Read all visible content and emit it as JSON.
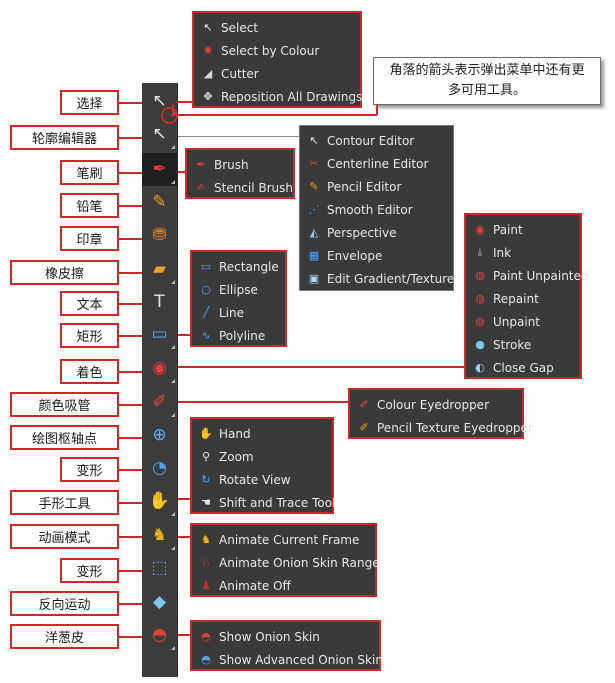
{
  "callout": {
    "text": "角落的箭头表示弹出菜单中还有更多可用工具。"
  },
  "tools": [
    {
      "key": "select",
      "label": "选择",
      "icon": "↖",
      "color": "#e8e8e8",
      "icon_name": "select-arrow-icon"
    },
    {
      "key": "contour",
      "label": "轮廓编辑器",
      "icon": "↖",
      "color": "#e8e8e8",
      "icon_name": "contour-arrow-icon"
    },
    {
      "key": "brush",
      "label": "笔刷",
      "icon": "✒",
      "color": "#e0413a",
      "icon_name": "brush-icon"
    },
    {
      "key": "pencil",
      "label": "铅笔",
      "icon": "✎",
      "color": "#f0a030",
      "icon_name": "pencil-icon"
    },
    {
      "key": "stamp",
      "label": "印章",
      "icon": "⛃",
      "color": "#e07a20",
      "icon_name": "stamp-icon"
    },
    {
      "key": "eraser",
      "label": "橡皮擦",
      "icon": "▰",
      "color": "#f0a030",
      "icon_name": "eraser-icon"
    },
    {
      "key": "text",
      "label": "文本",
      "icon": "T",
      "color": "#e8e8e8",
      "icon_name": "text-icon"
    },
    {
      "key": "rect",
      "label": "矩形",
      "icon": "▭",
      "color": "#4aa8ff",
      "icon_name": "rectangle-icon"
    },
    {
      "key": "paint",
      "label": "着色",
      "icon": "◉",
      "color": "#e63b3b",
      "icon_name": "paint-bucket-icon"
    },
    {
      "key": "dropper",
      "label": "颜色吸管",
      "icon": "✐",
      "color": "#e84d3a",
      "icon_name": "eyedropper-icon"
    },
    {
      "key": "pivot",
      "label": "绘图枢轴点",
      "icon": "⊕",
      "color": "#5ab0ff",
      "icon_name": "pivot-icon"
    },
    {
      "key": "transform",
      "label": "变形",
      "icon": "◔",
      "color": "#4aa8ff",
      "icon_name": "transform-icon"
    },
    {
      "key": "hand",
      "label": "手形工具",
      "icon": "✋",
      "color": "#e8e8e8",
      "icon_name": "hand-icon"
    },
    {
      "key": "animate",
      "label": "动画模式",
      "icon": "♞",
      "color": "#f0b020",
      "icon_name": "animate-mode-icon"
    },
    {
      "key": "envelope",
      "label": "变形",
      "icon": "⬚",
      "color": "#4aa8ff",
      "icon_name": "envelope-icon"
    },
    {
      "key": "ik",
      "label": "反向运动",
      "icon": "◆",
      "color": "#7ac8f0",
      "icon_name": "ik-icon"
    },
    {
      "key": "onion",
      "label": "洋葱皮",
      "icon": "◓",
      "color": "#e0413a",
      "icon_name": "onion-skin-icon"
    }
  ],
  "menus": {
    "select": [
      {
        "label": "Select",
        "icon": "↖",
        "color": "#e8e8e8",
        "icon_name": "select-icon"
      },
      {
        "label": "Select by Colour",
        "icon": "✸",
        "color": "#e83a3a",
        "icon_name": "select-by-colour-icon"
      },
      {
        "label": "Cutter",
        "icon": "◢",
        "color": "#d8d8d8",
        "icon_name": "cutter-icon"
      },
      {
        "label": "Reposition All Drawings",
        "icon": "✥",
        "color": "#e8e8e8",
        "icon_name": "reposition-icon"
      }
    ],
    "contour": [
      {
        "label": "Contour Editor",
        "icon": "↖",
        "color": "#e8e8e8",
        "icon_name": "contour-editor-icon"
      },
      {
        "label": "Centerline Editor",
        "icon": "✂",
        "color": "#e0413a",
        "icon_name": "centerline-editor-icon"
      },
      {
        "label": "Pencil Editor",
        "icon": "✎",
        "color": "#f0a030",
        "icon_name": "pencil-editor-icon"
      },
      {
        "label": "Smooth Editor",
        "icon": "⋰",
        "color": "#4aa8ff",
        "icon_name": "smooth-editor-icon"
      },
      {
        "label": "Perspective",
        "icon": "◭",
        "color": "#8fc8ff",
        "icon_name": "perspective-icon"
      },
      {
        "label": "Envelope",
        "icon": "▦",
        "color": "#4aa8ff",
        "icon_name": "envelope-menu-icon"
      },
      {
        "label": "Edit Gradient/Texture",
        "icon": "▣",
        "color": "#b0d8ff",
        "icon_name": "edit-gradient-icon"
      }
    ],
    "brush": [
      {
        "label": "Brush",
        "icon": "✒",
        "color": "#e0413a",
        "icon_name": "brush-menu-icon"
      },
      {
        "label": "Stencil Brush",
        "icon": "✍",
        "color": "#e0413a",
        "icon_name": "stencil-brush-icon"
      }
    ],
    "shape": [
      {
        "label": "Rectangle",
        "icon": "▭",
        "color": "#4aa8ff",
        "icon_name": "rectangle-menu-icon"
      },
      {
        "label": "Ellipse",
        "icon": "○",
        "color": "#4aa8ff",
        "icon_name": "ellipse-icon"
      },
      {
        "label": "Line",
        "icon": "╱",
        "color": "#4aa8ff",
        "icon_name": "line-icon"
      },
      {
        "label": "Polyline",
        "icon": "∿",
        "color": "#4aa8ff",
        "icon_name": "polyline-icon"
      }
    ],
    "paint": [
      {
        "label": "Paint",
        "icon": "◉",
        "color": "#e63b3b",
        "icon_name": "paint-icon"
      },
      {
        "label": "Ink",
        "icon": "⫰",
        "color": "#d8d8d8",
        "icon_name": "ink-icon"
      },
      {
        "label": "Paint Unpainted",
        "icon": "◍",
        "color": "#e63b3b",
        "icon_name": "paint-unpainted-icon"
      },
      {
        "label": "Repaint",
        "icon": "◍",
        "color": "#e63b3b",
        "icon_name": "repaint-icon"
      },
      {
        "label": "Unpaint",
        "icon": "◍",
        "color": "#e63b3b",
        "icon_name": "unpaint-icon"
      },
      {
        "label": "Stroke",
        "icon": "●",
        "color": "#7ac8f0",
        "icon_name": "stroke-icon"
      },
      {
        "label": "Close Gap",
        "icon": "◐",
        "color": "#9ad0f0",
        "icon_name": "close-gap-icon"
      }
    ],
    "dropper": [
      {
        "label": "Colour Eyedropper",
        "icon": "✐",
        "color": "#e84d3a",
        "icon_name": "colour-eyedropper-icon"
      },
      {
        "label": "Pencil Texture Eyedropper",
        "icon": "✐",
        "color": "#f0a030",
        "icon_name": "pencil-texture-eyedropper-icon"
      }
    ],
    "hand": [
      {
        "label": "Hand",
        "icon": "✋",
        "color": "#e8e8e8",
        "icon_name": "hand-menu-icon"
      },
      {
        "label": "Zoom",
        "icon": "⚲",
        "color": "#e8e8e8",
        "icon_name": "zoom-icon"
      },
      {
        "label": "Rotate View",
        "icon": "↻",
        "color": "#4aa8ff",
        "icon_name": "rotate-view-icon"
      },
      {
        "label": "Shift and Trace Tool",
        "icon": "☚",
        "color": "#e8e8e8",
        "icon_name": "shift-trace-icon"
      }
    ],
    "animate": [
      {
        "label": "Animate Current Frame",
        "icon": "♞",
        "color": "#f0b020",
        "icon_name": "animate-current-frame-icon"
      },
      {
        "label": "Animate Onion Skin Range",
        "icon": "♘",
        "color": "#e0413a",
        "icon_name": "animate-onion-range-icon"
      },
      {
        "label": "Animate Off",
        "icon": "♟",
        "color": "#c0302a",
        "icon_name": "animate-off-icon"
      }
    ],
    "onion": [
      {
        "label": "Show Onion Skin",
        "icon": "◓",
        "color": "#e0413a",
        "icon_name": "show-onion-skin-icon"
      },
      {
        "label": "Show Advanced Onion Skin",
        "icon": "◓",
        "color": "#4aa8ff",
        "icon_name": "show-advanced-onion-icon"
      }
    ]
  }
}
